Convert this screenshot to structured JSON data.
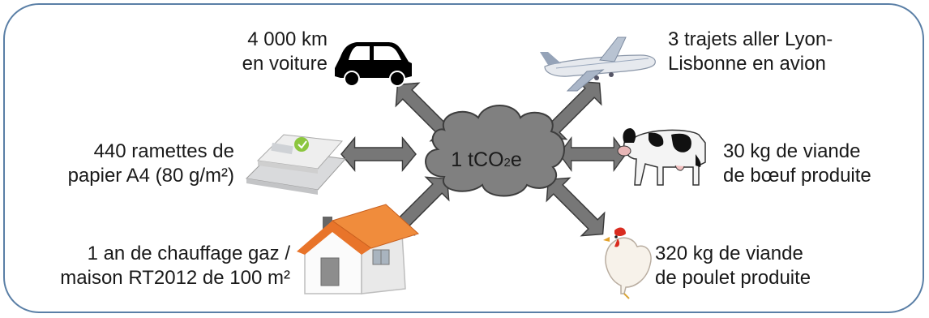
{
  "center": {
    "prefix": "1 tCO",
    "sub": "2",
    "suffix": "e"
  },
  "items": {
    "car": {
      "line1": "4 000 km",
      "line2": "en voiture",
      "icon": "car-icon"
    },
    "plane": {
      "line1": "3 trajets aller Lyon-",
      "line2": "Lisbonne en avion",
      "icon": "airplane-icon"
    },
    "paper": {
      "line1": "440 ramettes de",
      "line2": "papier A4 (80 g/m²)",
      "icon": "paper-ream-icon"
    },
    "cow": {
      "line1": "30 kg de viande",
      "line2": "de bœuf produite",
      "icon": "cow-icon"
    },
    "house": {
      "line1": "1 an de chauffage gaz /",
      "line2": "maison RT2012 de 100 m²",
      "icon": "house-icon"
    },
    "chicken": {
      "line1": "320 kg de viande",
      "line2": "de poulet produite",
      "icon": "chicken-icon"
    }
  },
  "colors": {
    "frame": "#5a7fa6",
    "cloud": "#808080",
    "arrow": "#777777",
    "roof": "#e8742a"
  }
}
